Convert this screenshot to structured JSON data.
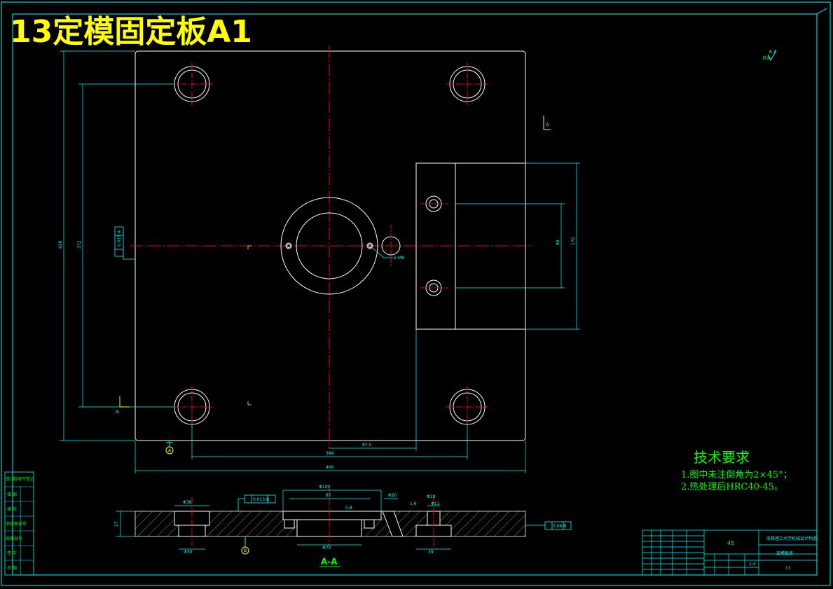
{
  "title": "13定模固定板A1",
  "roughness": "其余",
  "roughness_value": "6.3",
  "section_mark": "A",
  "dims": {
    "width_total": "400",
    "width_384": "384",
    "width_87_5": "87.5",
    "height_total": "420",
    "height_372": "372",
    "insert_88": "88",
    "insert_170": "170",
    "hole_2_m8": "2-M8",
    "tol_flat": "0.015 A",
    "tol_perp": "0.06 B",
    "datum_b": "B"
  },
  "section": {
    "label": "A-A",
    "d100": "Φ100",
    "d85": "85",
    "d70": "Φ70",
    "d20": "Φ20",
    "d18": "Φ18",
    "d11": "Φ11",
    "d38": "Φ38",
    "d30": "Φ30",
    "d39": "39",
    "thickness": "27",
    "parallel": "0.015 B",
    "r08": "0.8",
    "r16": "1.6"
  },
  "tech": {
    "heading": "技术要求",
    "items": [
      "1.图中未注倒角为2×45°；",
      "2.热处理后HRC40-45。"
    ]
  },
  "left_strip": [
    "借(通)用件登记",
    "描 图",
    "描 校",
    "旧底图总号",
    "底图总号",
    "签 字",
    "日 期"
  ],
  "title_block": {
    "material": "45",
    "school": "南昌理工大学机械设计制造",
    "part_name": "定模板座",
    "drawing_no": "13",
    "scale": "1:4"
  }
}
